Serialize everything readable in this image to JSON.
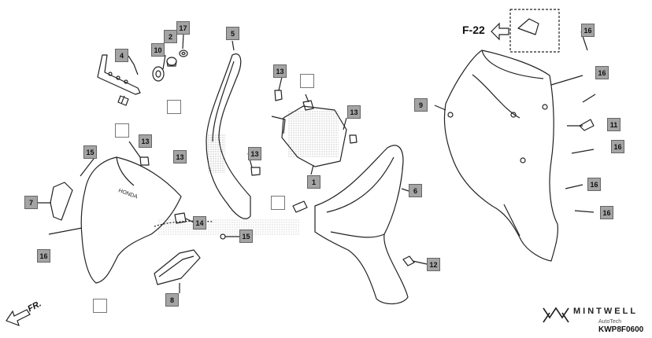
{
  "reference": {
    "label": "F-22"
  },
  "front_label": "FR.",
  "drawing_code": "KWP8F0600",
  "watermark": {
    "brand": "MINTWELL",
    "sub": "AutoTech"
  },
  "colors": {
    "callout_fill": "#a4a4a4",
    "line": "#222222",
    "paper": "#ffffff"
  },
  "callouts": [
    {
      "id": "c4",
      "text": "4"
    },
    {
      "id": "c10",
      "text": "10"
    },
    {
      "id": "c2",
      "text": "2"
    },
    {
      "id": "c17",
      "text": "17"
    },
    {
      "id": "c5",
      "text": "5"
    },
    {
      "id": "c13a",
      "text": "13"
    },
    {
      "id": "c13b",
      "text": "13"
    },
    {
      "id": "c13c",
      "text": "13"
    },
    {
      "id": "c13d",
      "text": "13"
    },
    {
      "id": "c13e",
      "text": "13"
    },
    {
      "id": "c1",
      "text": "1"
    },
    {
      "id": "c15a",
      "text": "15"
    },
    {
      "id": "c15b",
      "text": "15"
    },
    {
      "id": "c7",
      "text": "7"
    },
    {
      "id": "c16a",
      "text": "16"
    },
    {
      "id": "c14",
      "text": "14"
    },
    {
      "id": "c8",
      "text": "8"
    },
    {
      "id": "c6",
      "text": "6"
    },
    {
      "id": "c12",
      "text": "12"
    },
    {
      "id": "c9",
      "text": "9"
    },
    {
      "id": "c16b",
      "text": "16"
    },
    {
      "id": "c16c",
      "text": "16"
    },
    {
      "id": "c11",
      "text": "11"
    },
    {
      "id": "c16d",
      "text": "16"
    },
    {
      "id": "c16e",
      "text": "16"
    },
    {
      "id": "c16f",
      "text": "16"
    }
  ]
}
